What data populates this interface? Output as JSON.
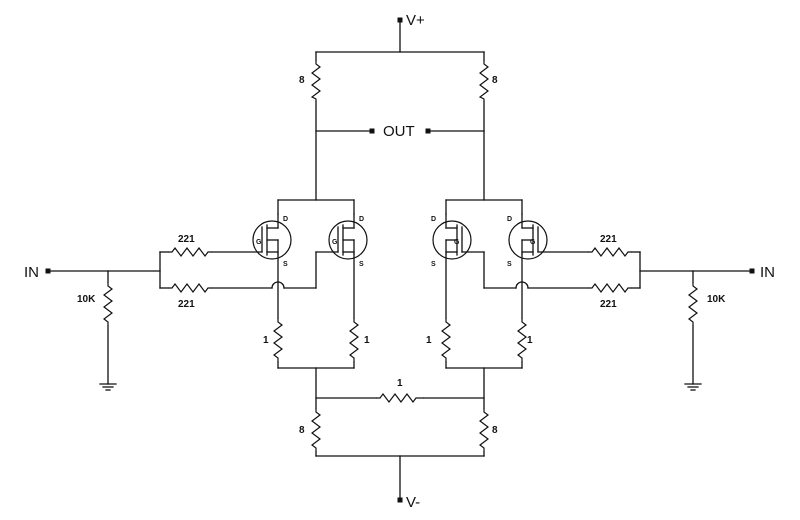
{
  "terminals": {
    "vplus": "V+",
    "vminus": "V-",
    "out": "OUT",
    "in_left": "IN",
    "in_right": "IN"
  },
  "resistors": {
    "top_left": "8",
    "top_right": "8",
    "bottom_left": "8",
    "bottom_right": "8",
    "bridge": "1",
    "src_left_outer": "1",
    "src_left_inner": "1",
    "src_right_inner": "1",
    "src_right_outer": "1",
    "gate_left_top": "221",
    "gate_left_bottom": "221",
    "gate_right_top": "221",
    "gate_right_bottom": "221",
    "pulldown_left": "10K",
    "pulldown_right": "10K"
  },
  "transistor_pins": {
    "drain": "D",
    "gate": "G",
    "source": "S"
  }
}
